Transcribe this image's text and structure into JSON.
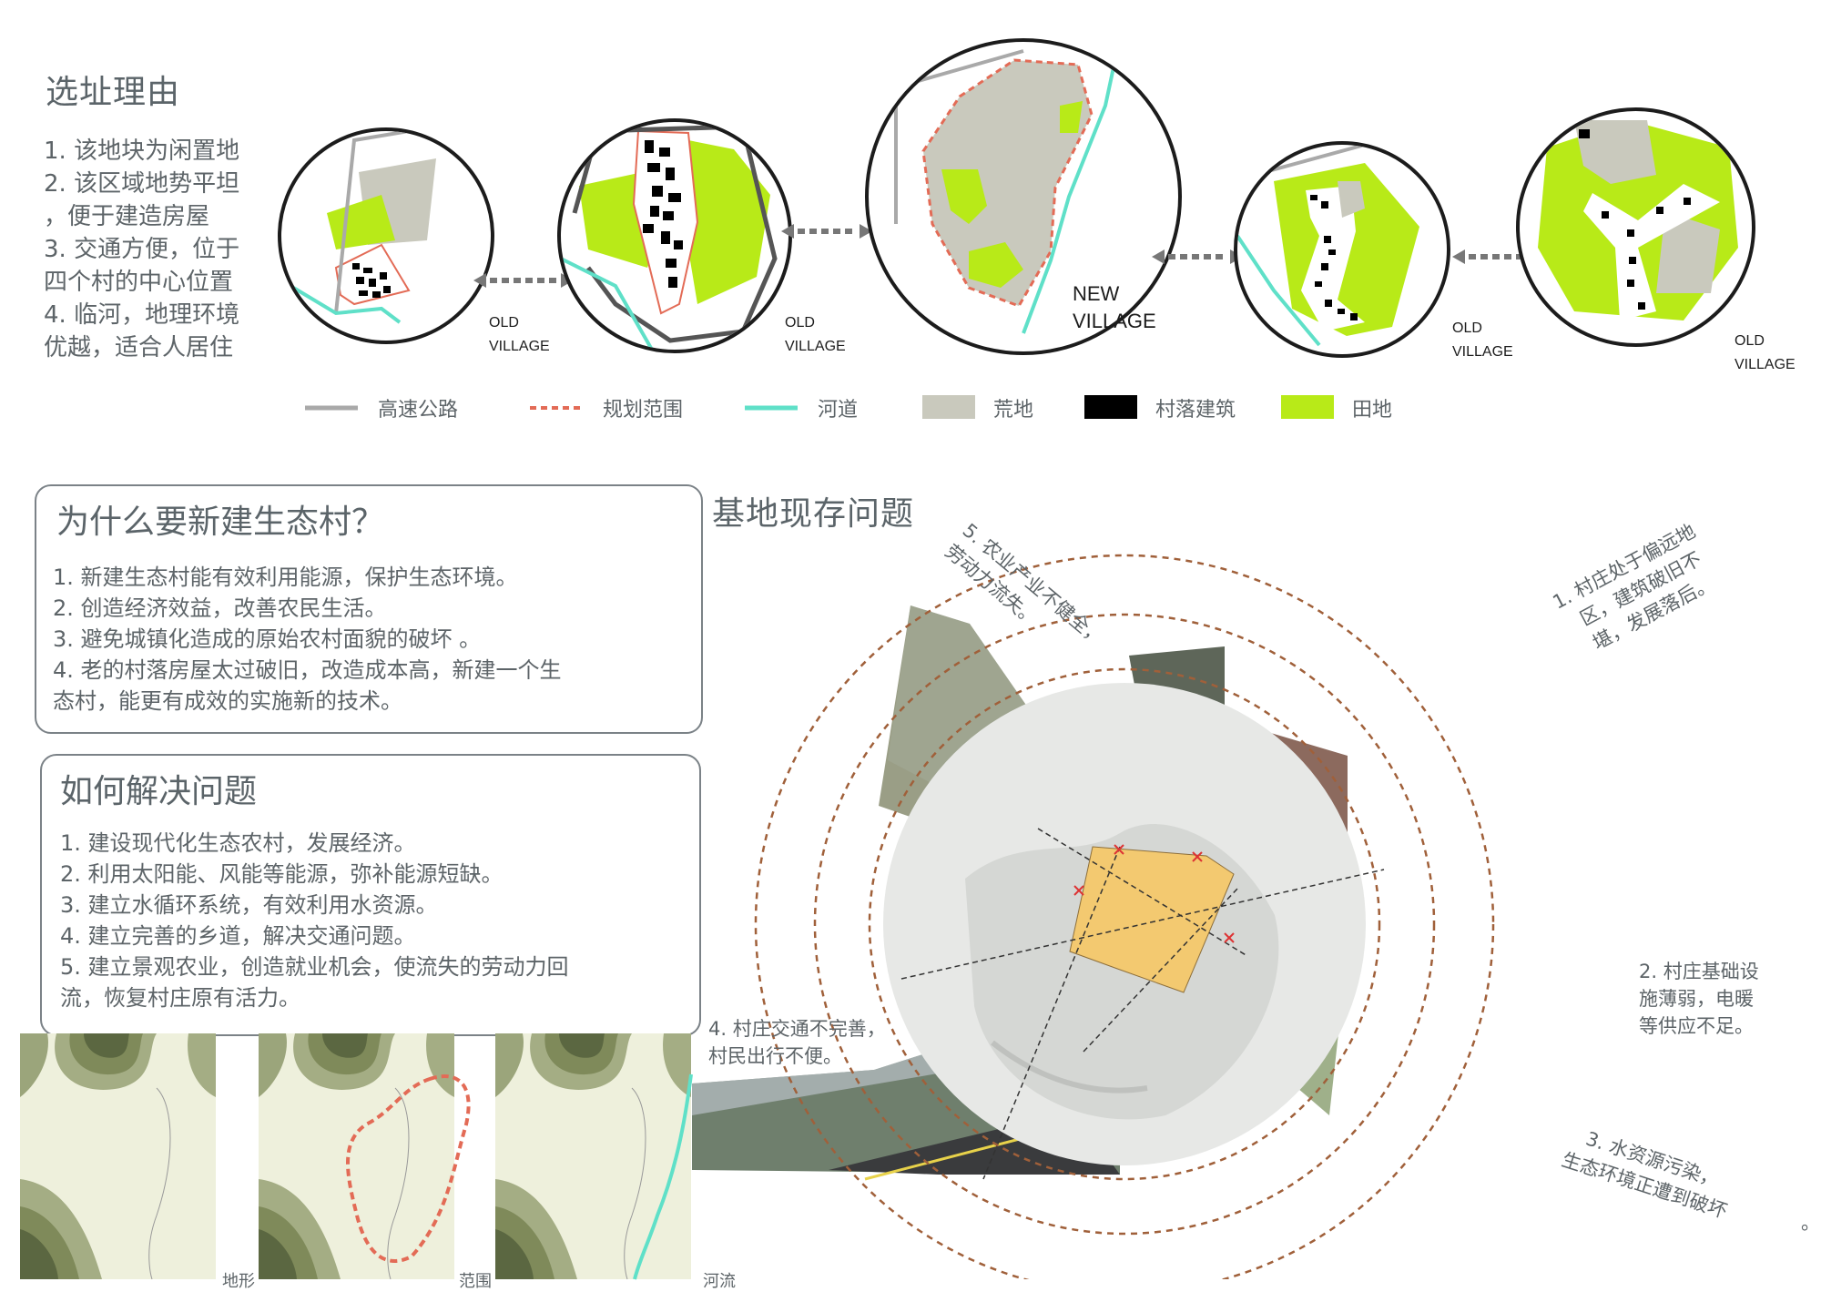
{
  "site": {
    "title": "选址理由",
    "reasons": [
      "1. 该地块为闲置地",
      "2. 该区域地势平坦",
      "，便于建造房屋",
      "3. 交通方便，位于",
      "四个村的中心位置",
      "4. 临河，地理环境",
      "优越，适合人居住"
    ]
  },
  "villages": {
    "old": [
      "OLD",
      "VILLAGE"
    ],
    "new": [
      "NEW",
      "VILLAGE"
    ]
  },
  "legend": {
    "items": [
      {
        "label": "高速公路",
        "color": "#a9a9a9"
      },
      {
        "label": "规划范围",
        "color": "#e36b56"
      },
      {
        "label": "河道",
        "color": "#5fe0c8"
      },
      {
        "label": "荒地",
        "color": "#c9c9bd"
      },
      {
        "label": "村落建筑",
        "color": "#000000"
      },
      {
        "label": "田地",
        "color": "#b8ea18"
      }
    ]
  },
  "why": {
    "title": "为什么要新建生态村？",
    "lines": [
      "1. 新建生态村能有效利用能源，保护生态环境。",
      "2. 创造经济效益，改善农民生活。",
      "3. 避免城镇化造成的原始农村面貌的破坏  。",
      "4. 老的村落房屋太过破旧，改造成本高，新建一个生",
      "态村，能更有成效的实施新的技术。"
    ]
  },
  "how": {
    "title": "如何解决问题",
    "lines": [
      "1. 建设现代化生态农村，发展经济。",
      "2. 利用太阳能、风能等能源，弥补能源短缺。",
      "3. 建立水循环系统，有效利用水资源。",
      "4. 建立完善的乡道，解决交通问题。",
      "5. 建立景观农业，创造就业机会，使流失的劳动力回",
      "流，恢复村庄原有活力。"
    ]
  },
  "topo": {
    "labels": [
      "地形",
      "范围",
      "河流"
    ]
  },
  "problems": {
    "title": "基地现存问题",
    "p1": [
      "1.  村庄处于偏远地",
      "区，建筑破旧不",
      "堪，发展落后。"
    ],
    "p2": [
      "2.  村庄基础设",
      "施薄弱，电暖",
      "等供应不足。"
    ],
    "p3": [
      "3.  水资源污染，",
      "生态环境正遭到破坏"
    ],
    "p4": [
      "4.  村庄交通不完善，",
      "村民出行不便。"
    ],
    "p5": [
      "5.  农业产业不健全，",
      "劳动力流失。"
    ],
    "dot": "。"
  },
  "colors": {
    "field": "#b8ea18",
    "waste": "#c9c9bd",
    "river": "#5fe0c8",
    "road": "#a9a9a9",
    "boundary": "#e36b56",
    "site": "#f5c96b",
    "ring": "#a0603a"
  }
}
